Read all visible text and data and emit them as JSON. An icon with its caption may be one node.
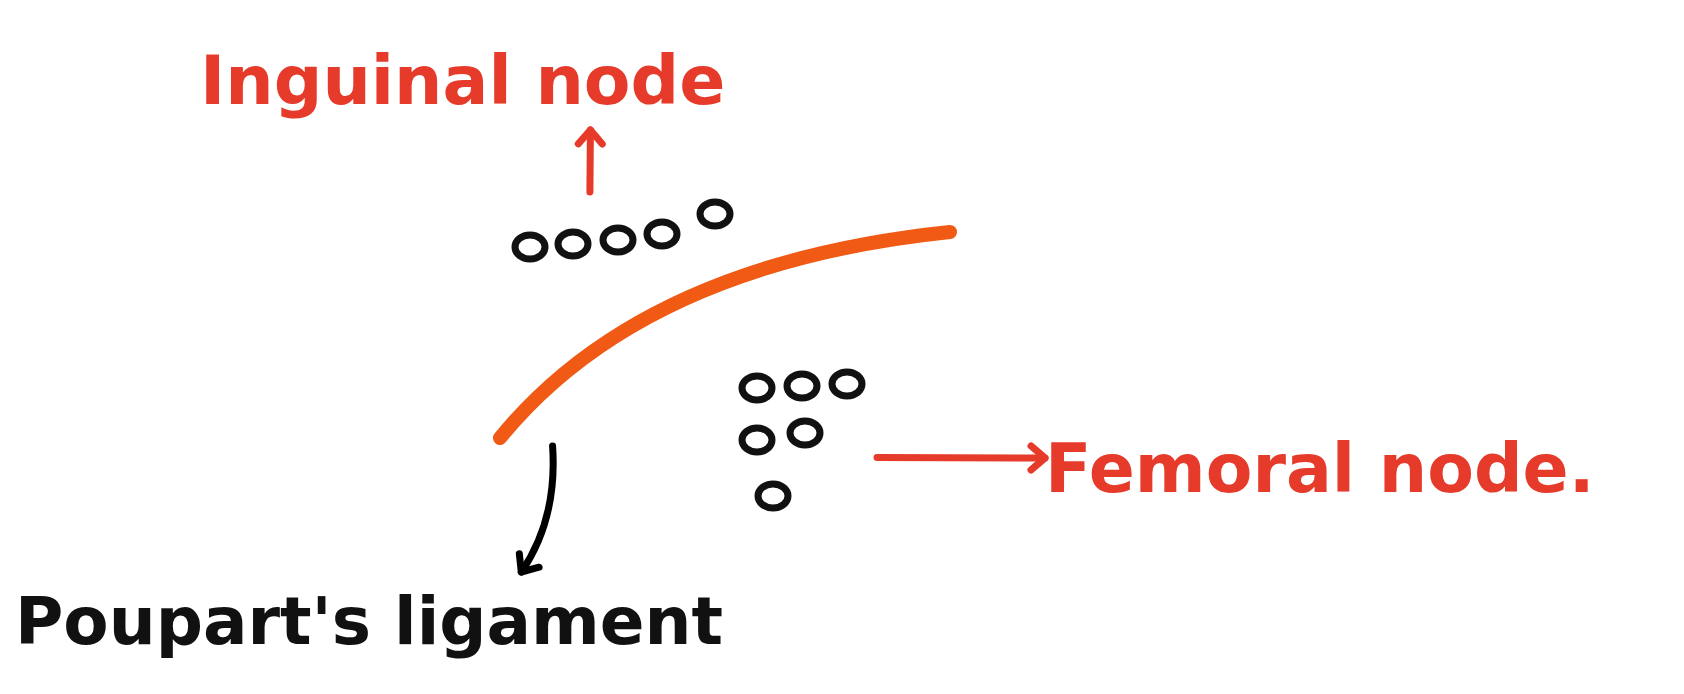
{
  "diagram": {
    "nodes": [
      {
        "text": [
          "Inguinal node"
        ]
      },
      {
        "text": [],
        "shape": "picture"
      },
      {
        "text": [],
        "shape": "bar"
      },
      {
        "text": [
          "Poupart's ligament"
        ]
      },
      {
        "text": [],
        "shape": "picture"
      },
      {
        "text": [
          "Femoral node."
        ]
      }
    ],
    "edges": [
      {
        "from": 1,
        "to": 0,
        "arrow": "to"
      },
      {
        "from": 2,
        "to": 3,
        "arrow": "to",
        "color": "#000000"
      },
      {
        "from": 4,
        "to": 5,
        "arrow": "to"
      }
    ]
  }
}
